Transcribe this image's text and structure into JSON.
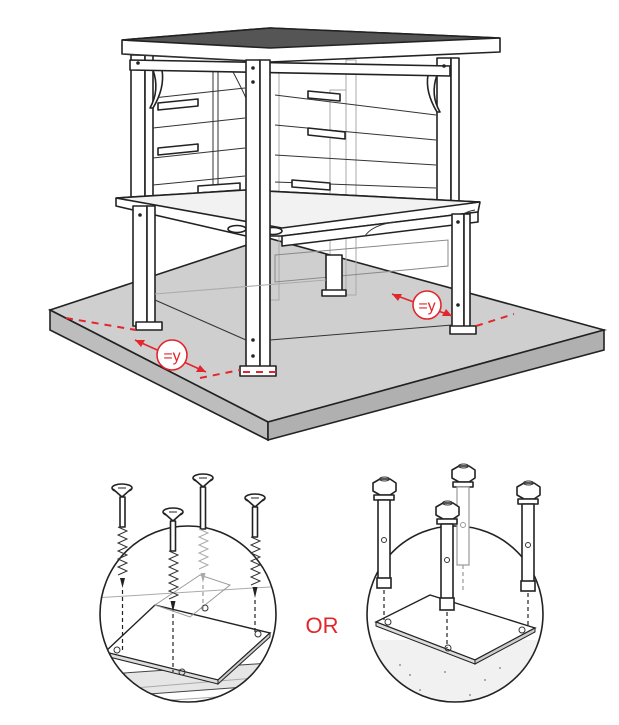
{
  "diagram": {
    "spacing_label_left": "=y",
    "spacing_label_right": "=y",
    "or_label": "OR",
    "accent_color": "#e1262d",
    "slab_color": "#cfcfcf",
    "icons": [
      "screw-icon",
      "anchor-bolt-icon",
      "arrow-icon"
    ]
  }
}
